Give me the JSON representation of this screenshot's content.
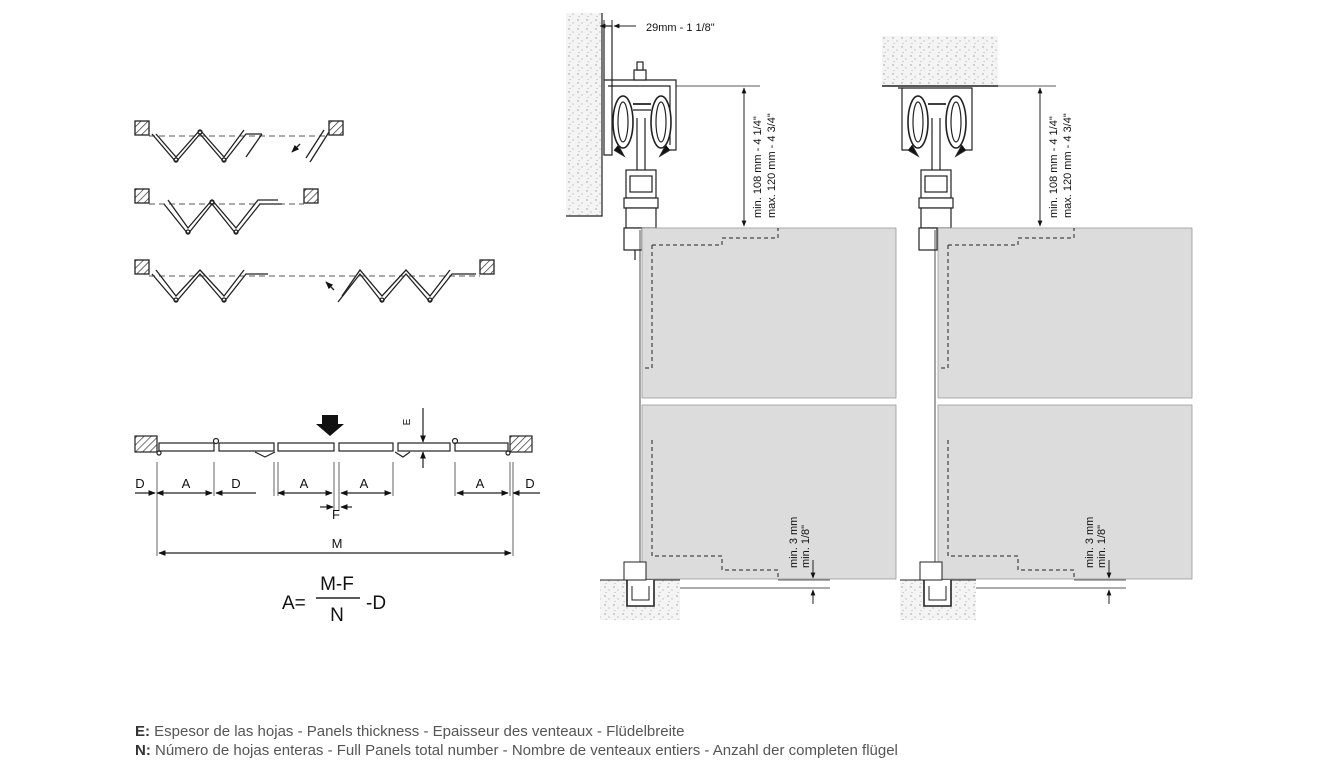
{
  "folding_schematic": {
    "dim_labels": {
      "D": "D",
      "A": "A",
      "F": "F",
      "M": "M",
      "E": "E"
    },
    "formula": {
      "lhs": "A=",
      "numerator": "M-F",
      "denominator": "N",
      "suffix": "-D"
    }
  },
  "section_left": {
    "offset_label": "29mm - 1 1/8\"",
    "height_min": "min. 108 mm - 4 1/4\"",
    "height_max": "max. 120 mm - 4 3/4\"",
    "gap_mm": "min. 3 mm",
    "gap_in": "min. 1/8\""
  },
  "section_right": {
    "height_min": "min. 108 mm - 4 1/4\"",
    "height_max": "max. 120 mm - 4 3/4\"",
    "gap_mm": "min. 3 mm",
    "gap_in": "min. 1/8\""
  },
  "legend": {
    "e_key": "E:",
    "e_text": " Espesor de las hojas - Panels thickness - Epaisseur des venteaux - Flüdelbreite",
    "n_key": "N:",
    "n_text": " Número de hojas enteras - Full Panels total number - Nombre de venteaux entiers - Anzahl der completen flügel"
  }
}
